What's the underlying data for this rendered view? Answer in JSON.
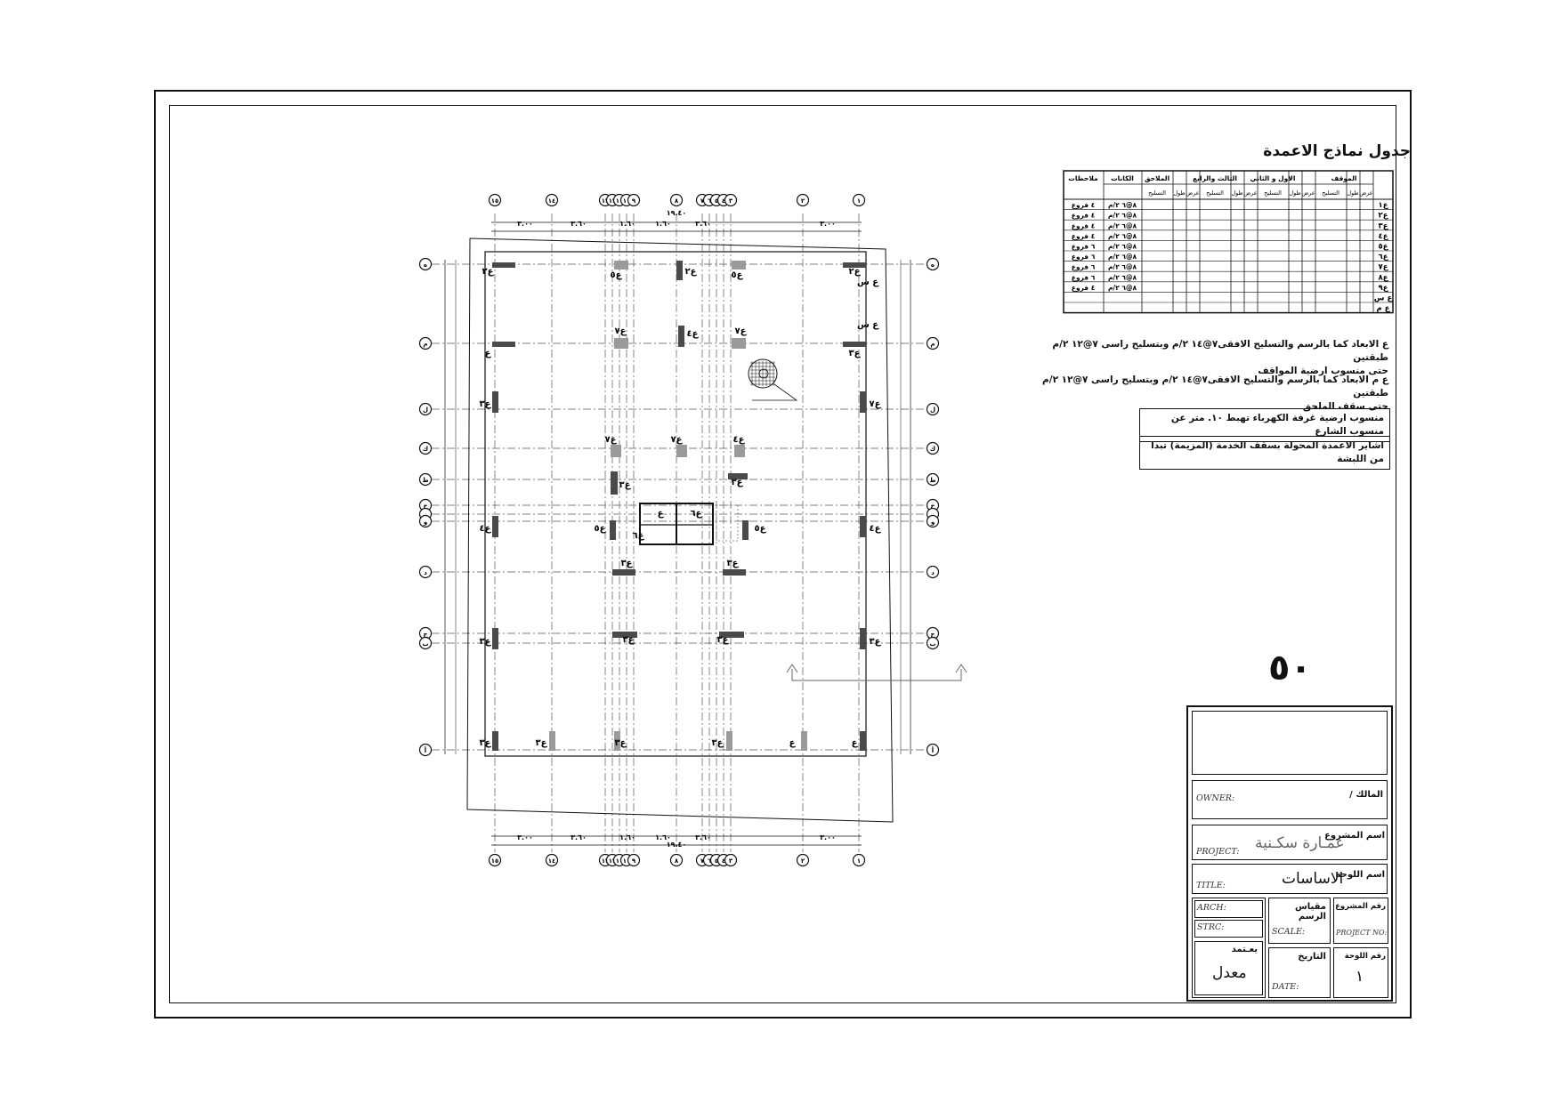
{
  "schedule": {
    "title": "جدول نماذج الاعمدة",
    "group_headers": [
      "الموقف",
      "الاول و الثاني",
      "الثالث والرابع",
      "الملاحق",
      "الكانات",
      "ملاحظات"
    ],
    "sub_headers": [
      "عرض",
      "طول",
      "التسليح",
      "عرض",
      "طول",
      "التسليح",
      "عرض",
      "طول",
      "التسليح",
      "عرض",
      "طول",
      "التسليح"
    ],
    "rows": [
      {
        "type": "ع١",
        "notes": "٤ فروع",
        "stirrups": "٨@٦ ٢/م"
      },
      {
        "type": "ع٢",
        "notes": "٤ فروع",
        "stirrups": "٨@٦ ٢/م"
      },
      {
        "type": "ع٣",
        "notes": "٤ فروع",
        "stirrups": "٨@٦ ٢/م"
      },
      {
        "type": "ع٤",
        "notes": "٤ فروع",
        "stirrups": "٨@٦ ٢/م"
      },
      {
        "type": "ع٥",
        "notes": "٦ فروع",
        "stirrups": "٨@٦ ٢/م"
      },
      {
        "type": "ع٦",
        "notes": "٦ فروع",
        "stirrups": "٨@٦ ٢/م"
      },
      {
        "type": "ع٧",
        "notes": "٦ فروع",
        "stirrups": "٨@٦ ٢/م"
      },
      {
        "type": "ع٨",
        "notes": "٦ فروع",
        "stirrups": "٨@٦ ٢/م"
      },
      {
        "type": "ع٩",
        "notes": "٤ فروع",
        "stirrups": "٨@٦ ٢/م"
      },
      {
        "type": "ع س",
        "notes": "",
        "stirrups": ""
      },
      {
        "type": "ع م",
        "notes": "",
        "stirrups": ""
      }
    ]
  },
  "notes": {
    "n1_l1": "ع الابعاد كما بالرسم والتسليح الافقى٧@١٤ ٢/م وبتسليح راسى ٧@١٢ ٢/م طبقتين",
    "n1_l2": "حتى منسوب ارضية المواقف",
    "n2_l1": "ع م الابعاد كما بالرسم والتسليح الافقى٧@١٤ ٢/م وبتسليح راسى ٧@١٢ ٢/م طبقتين",
    "n2_l2": "حتى سقف الملحق",
    "box1": "منسوب ارضية غرفة الكهرباء تهبط ١٠. متر عن منسوب الشارع",
    "box2": "اشاير الاعمدة المحولة بسقف الخدمة (المزيمة) تبدا من اللبشة"
  },
  "sheet_number_big": "٥٠",
  "title_block": {
    "owner_en": "OWNER:",
    "owner_ar": "المالك /",
    "project_en": "PROJECT:",
    "project_ar": "اسم المشروع",
    "project_value": "عمـارة سكـنية",
    "title_en": "TITLE:",
    "title_ar": "اسم اللوحة",
    "title_value": "الاساسات",
    "arch_en": "ARCH:",
    "strc_en": "STRC:",
    "approved_ar": "يعـتمد",
    "approved_value": "معدل",
    "scale_ar": "مقياس الرسم",
    "scale_en": "SCALE:",
    "date_ar": "التاريخ",
    "date_en": "DATE:",
    "projno_ar": "رقم المشروع",
    "projno_en": "PROJECT NO:",
    "sheetno_ar": "رقم اللوحة",
    "sheetno_value": "١"
  },
  "plan": {
    "top_axes": [
      "١٥",
      "١٤",
      "١٣",
      "١٢",
      "١١",
      "١٠",
      "٩",
      "٨",
      "٧",
      "٦",
      "٥",
      "٤",
      "٣",
      "٢",
      "١"
    ],
    "side_axes": [
      "ه",
      "م",
      "ل",
      "ك",
      "ط",
      "ح",
      "ز",
      "و",
      "د",
      "ج",
      "ب",
      "أ"
    ],
    "top_dims": [
      "٣.٠٠",
      "٣.٦٠",
      "١.٦٠",
      "١.٦٠",
      "٣.٦٠",
      "٣.٠٠"
    ],
    "overall_dim": "١٩.٤٠",
    "column_labels": [
      "ع٢",
      "ع٥",
      "ع٢",
      "ع٥",
      "ع٢",
      "ع٧",
      "ع٤",
      "ع٧",
      "ع",
      "ع٣",
      "ع٣",
      "ع٧",
      "ع٧",
      "ع٧",
      "ع٤",
      "ع٣",
      "ع٣",
      "ع٤",
      "ع٤",
      "ع٥",
      "ع٥",
      "ع٣",
      "ع٣",
      "ع٣",
      "ع٣",
      "ع٣",
      "ع٣",
      "ع٣",
      "ع٣",
      "ع٣",
      "ع٣",
      "ع",
      "ع",
      "ع",
      "ع٦",
      "ع٦",
      "ع س",
      "ع س"
    ]
  },
  "colors": {
    "line": "#111111",
    "column_dark": "#4a4a4a",
    "column_light": "#9a9a9a",
    "grid": "#555555"
  }
}
